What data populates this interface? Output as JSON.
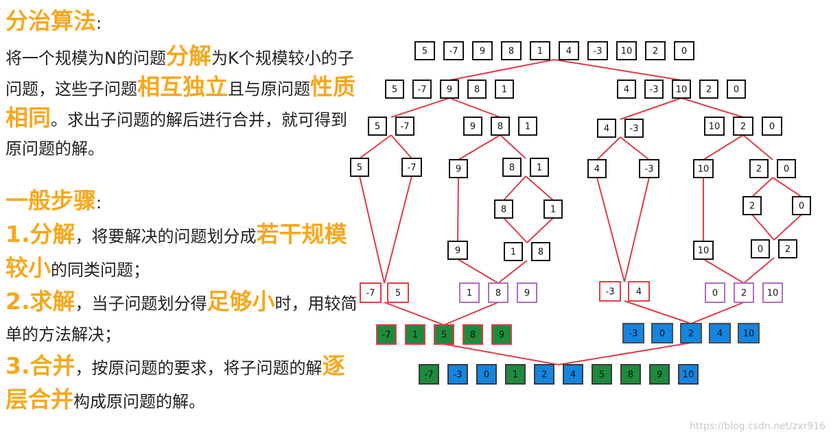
{
  "section1": {
    "title": "分治算法",
    "colon": ":",
    "para": [
      {
        "t": "将一个规模为N的问题",
        "h": false
      },
      {
        "t": "分解",
        "h": true
      },
      {
        "t": "为K个规模较小的子问题，这些子问题",
        "h": false
      },
      {
        "t": "相互独立",
        "h": true
      },
      {
        "t": "且与原问题",
        "h": false
      },
      {
        "t": "性质相同",
        "h": true
      },
      {
        "t": "。求出子问题的解后进行合并，就可得到原问题的解。",
        "h": false
      }
    ]
  },
  "section2": {
    "title": "一般步骤",
    "colon": ":",
    "steps": [
      [
        {
          "t": "1.分解",
          "h": true
        },
        {
          "t": "，将要解决的问题划分成",
          "h": false
        },
        {
          "t": "若干规模较小",
          "h": true
        },
        {
          "t": "的同类问题；",
          "h": false
        }
      ],
      [
        {
          "t": "2.求解",
          "h": true
        },
        {
          "t": "，当子问题划分得",
          "h": false
        },
        {
          "t": "足够小",
          "h": true
        },
        {
          "t": "时，用较简单的方法解决；",
          "h": false
        }
      ],
      [
        {
          "t": "3.合并",
          "h": true
        },
        {
          "t": "，按原问题的要求，将子问题的解",
          "h": false
        },
        {
          "t": "逐层合并",
          "h": true
        },
        {
          "t": "构成原问题的解。",
          "h": false
        }
      ]
    ]
  },
  "watermark": "https://blog.csdn.net/zxr916",
  "colors": {
    "line": "#e03a47",
    "box_border": "#111111",
    "red_border": "#e33b45",
    "purple_border": "#b06cc0",
    "green_fill": "#1e8a3c",
    "blue_fill": "#1485e0",
    "highlight": "#f7a71b"
  },
  "diagram": {
    "groups": [
      {
        "id": "r0",
        "values": [
          "5",
          "-7",
          "9",
          "8",
          "1",
          "4",
          "-3",
          "10",
          "2",
          "0"
        ],
        "style": "plain"
      },
      {
        "id": "l1",
        "values": [
          "5",
          "-7",
          "9",
          "8",
          "1"
        ],
        "style": "plain"
      },
      {
        "id": "r1",
        "values": [
          "4",
          "-3",
          "10",
          "2",
          "0"
        ],
        "style": "plain"
      },
      {
        "id": "a2",
        "values": [
          "5",
          "-7"
        ],
        "style": "plain"
      },
      {
        "id": "b2",
        "values": [
          "9",
          "8",
          "1"
        ],
        "style": "plain"
      },
      {
        "id": "c2",
        "values": [
          "4",
          "-3"
        ],
        "style": "plain"
      },
      {
        "id": "d2",
        "values": [
          "10",
          "2",
          "0"
        ],
        "style": "plain"
      },
      {
        "id": "s5",
        "values": [
          "5"
        ],
        "style": "plain"
      },
      {
        "id": "sm7",
        "values": [
          "-7"
        ],
        "style": "plain"
      },
      {
        "id": "s9",
        "values": [
          "9"
        ],
        "style": "plain"
      },
      {
        "id": "s81",
        "values": [
          "8",
          "1"
        ],
        "style": "plain"
      },
      {
        "id": "s4",
        "values": [
          "4"
        ],
        "style": "plain"
      },
      {
        "id": "sm3",
        "values": [
          "-3"
        ],
        "style": "plain"
      },
      {
        "id": "s10",
        "values": [
          "10"
        ],
        "style": "plain"
      },
      {
        "id": "s20",
        "values": [
          "2",
          "0"
        ],
        "style": "plain"
      },
      {
        "id": "t8",
        "values": [
          "8"
        ],
        "style": "plain"
      },
      {
        "id": "t1",
        "values": [
          "1"
        ],
        "style": "plain"
      },
      {
        "id": "t2",
        "values": [
          "2"
        ],
        "style": "plain"
      },
      {
        "id": "t0",
        "values": [
          "0"
        ],
        "style": "plain"
      },
      {
        "id": "u9",
        "values": [
          "9"
        ],
        "style": "plain"
      },
      {
        "id": "u18",
        "values": [
          "1",
          "8"
        ],
        "style": "plain"
      },
      {
        "id": "u10",
        "values": [
          "10"
        ],
        "style": "plain"
      },
      {
        "id": "u02",
        "values": [
          "0",
          "2"
        ],
        "style": "plain"
      },
      {
        "id": "m1",
        "values": [
          "-7",
          "5"
        ],
        "style": "red"
      },
      {
        "id": "m2",
        "values": [
          "1",
          "8",
          "9"
        ],
        "style": "purple"
      },
      {
        "id": "m3",
        "values": [
          "-3",
          "4"
        ],
        "style": "red"
      },
      {
        "id": "m4",
        "values": [
          "0",
          "2",
          "10"
        ],
        "style": "purple"
      },
      {
        "id": "n1",
        "values": [
          "-7",
          "1",
          "5",
          "8",
          "9"
        ],
        "style": "filled"
      },
      {
        "id": "n2",
        "values": [
          "-3",
          "0",
          "2",
          "4",
          "10"
        ],
        "style": "filled"
      },
      {
        "id": "f",
        "values": [
          "-7",
          "-3",
          "0",
          "1",
          "2",
          "4",
          "5",
          "8",
          "9",
          "10"
        ],
        "style": "filled"
      }
    ],
    "fills": {
      "n1": [
        "green",
        "green",
        "green",
        "green",
        "green"
      ],
      "n2": [
        "blue",
        "blue",
        "blue",
        "blue",
        "blue"
      ],
      "f": [
        "green",
        "blue",
        "blue",
        "green",
        "blue",
        "blue",
        "green",
        "green",
        "green",
        "blue"
      ]
    },
    "edges": [
      [
        "r0",
        "l1"
      ],
      [
        "r0",
        "r1"
      ],
      [
        "l1",
        "a2"
      ],
      [
        "l1",
        "b2"
      ],
      [
        "r1",
        "c2"
      ],
      [
        "r1",
        "d2"
      ],
      [
        "a2",
        "s5"
      ],
      [
        "a2",
        "sm7"
      ],
      [
        "b2",
        "s9"
      ],
      [
        "b2",
        "s81"
      ],
      [
        "c2",
        "s4"
      ],
      [
        "c2",
        "sm3"
      ],
      [
        "d2",
        "s10"
      ],
      [
        "d2",
        "s20"
      ],
      [
        "s81",
        "t8"
      ],
      [
        "s81",
        "t1"
      ],
      [
        "s20",
        "t2"
      ],
      [
        "s20",
        "t0"
      ],
      [
        "s9",
        "u9"
      ],
      [
        "t8",
        "u18"
      ],
      [
        "t1",
        "u18"
      ],
      [
        "s10",
        "u10"
      ],
      [
        "t2",
        "u02"
      ],
      [
        "t0",
        "u02"
      ],
      [
        "s5",
        "m1"
      ],
      [
        "sm7",
        "m1"
      ],
      [
        "u9",
        "m2"
      ],
      [
        "u18",
        "m2"
      ],
      [
        "s4",
        "m3"
      ],
      [
        "sm3",
        "m3"
      ],
      [
        "u10",
        "m4"
      ],
      [
        "u02",
        "m4"
      ],
      [
        "m1",
        "n1"
      ],
      [
        "m2",
        "n1"
      ],
      [
        "m3",
        "n2"
      ],
      [
        "m4",
        "n2"
      ],
      [
        "n1",
        "f"
      ],
      [
        "n2",
        "f"
      ]
    ]
  }
}
